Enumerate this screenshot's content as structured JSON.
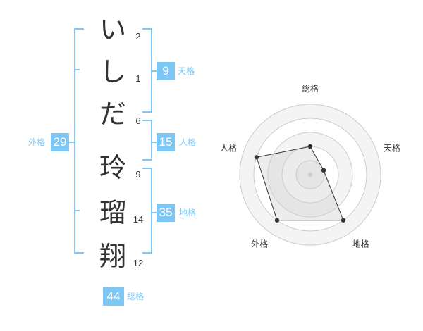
{
  "name_chars": [
    {
      "char": "い",
      "strokes": "2"
    },
    {
      "char": "し",
      "strokes": "1"
    },
    {
      "char": "だ",
      "strokes": "6"
    },
    {
      "char": "玲",
      "strokes": "9"
    },
    {
      "char": "瑠",
      "strokes": "14"
    },
    {
      "char": "翔",
      "strokes": "12"
    }
  ],
  "fortune": {
    "tenkaku": {
      "value": "9",
      "label": "天格"
    },
    "jinkaku": {
      "value": "15",
      "label": "人格"
    },
    "chikaku": {
      "value": "35",
      "label": "地格"
    },
    "gaikaku": {
      "value": "29",
      "label": "外格"
    },
    "soukaku": {
      "value": "44",
      "label": "総格"
    }
  },
  "colors": {
    "accent": "#7cc7f5",
    "text": "#333333",
    "grid": "#cccccc"
  },
  "radar": {
    "axes": [
      "総格",
      "天格",
      "地格",
      "外格",
      "人格"
    ],
    "levels": 5,
    "values": [
      2,
      1,
      4,
      4,
      4
    ]
  }
}
